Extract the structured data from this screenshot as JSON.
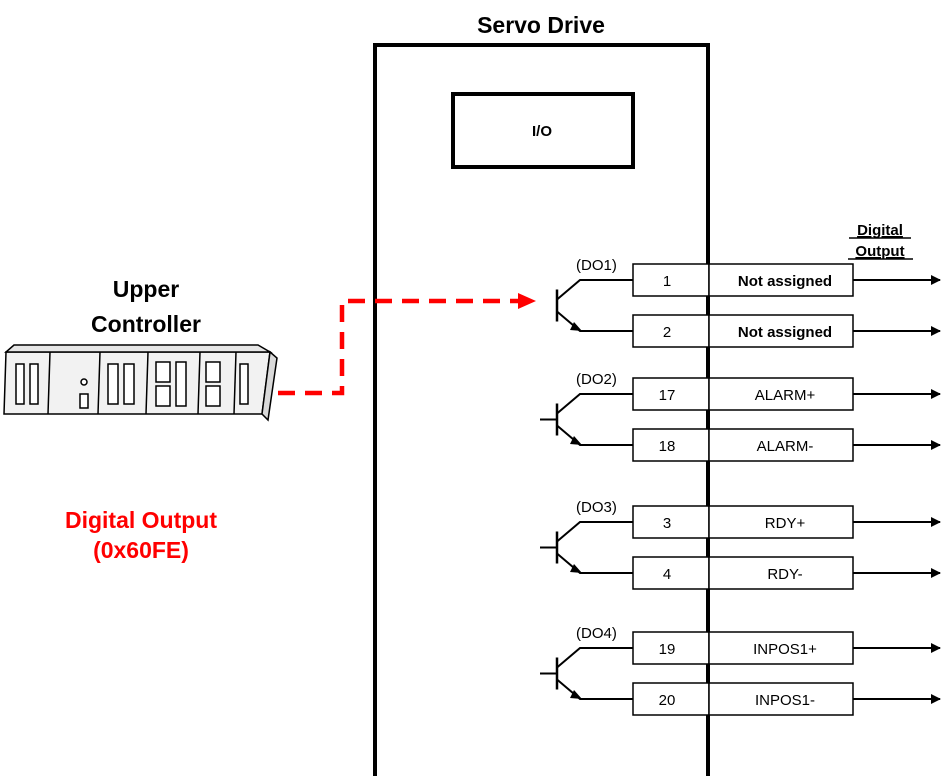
{
  "title": "Servo Drive",
  "io_label": "I/O",
  "controller": {
    "title_line1": "Upper",
    "title_line2": "Controller",
    "function_line1": "Digital Output",
    "function_line2": "(0x60FE)"
  },
  "output_header": {
    "line1": "Digital",
    "line2": "Output"
  },
  "colors": {
    "line": "#000000",
    "accent": "#ff0000",
    "background": "#ffffff"
  },
  "groups": [
    {
      "label": "(DO1)",
      "pins": [
        {
          "pin": "1",
          "signal": "Not assigned",
          "emphasis": true
        },
        {
          "pin": "2",
          "signal": "Not assigned",
          "emphasis": true
        }
      ]
    },
    {
      "label": "(DO2)",
      "pins": [
        {
          "pin": "17",
          "signal": "ALARM+",
          "emphasis": false
        },
        {
          "pin": "18",
          "signal": "ALARM-",
          "emphasis": false
        }
      ]
    },
    {
      "label": "(DO3)",
      "pins": [
        {
          "pin": "3",
          "signal": "RDY+",
          "emphasis": false
        },
        {
          "pin": "4",
          "signal": "RDY-",
          "emphasis": false
        }
      ]
    },
    {
      "label": "(DO4)",
      "pins": [
        {
          "pin": "19",
          "signal": "INPOS1+",
          "emphasis": false
        },
        {
          "pin": "20",
          "signal": "INPOS1-",
          "emphasis": false
        }
      ]
    }
  ]
}
